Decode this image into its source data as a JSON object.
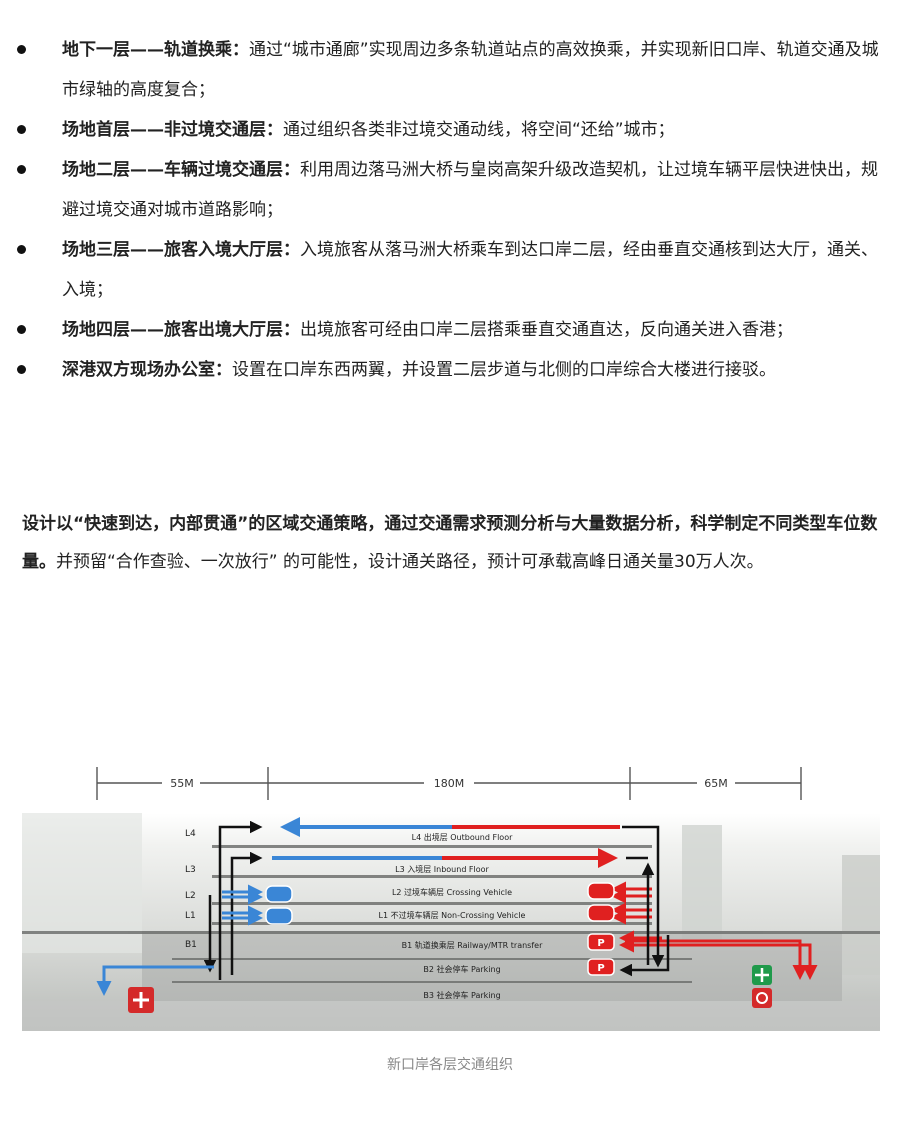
{
  "bullets": [
    {
      "title": "地下一层——轨道换乘：",
      "text": "通过“城市通廊”实现周边多条轨道站点的高效换乘，并实现新旧口岸、轨道交通及城市绿轴的高度复合；"
    },
    {
      "title": "场地首层——非过境交通层：",
      "text": "通过组织各类非过境交通动线，将空间“还给”城市；"
    },
    {
      "title": "场地二层——车辆过境交通层：",
      "text": "利用周边落马洲大桥与皇岗高架升级改造契机，让过境车辆平层快进快出，规避过境交通对城市道路影响；"
    },
    {
      "title": "场地三层——旅客入境大厅层：",
      "text": "入境旅客从落马洲大桥乘车到达口岸二层，经由垂直交通核到达大厅，通关、入境；"
    },
    {
      "title": "场地四层——旅客出境大厅层：",
      "text": "出境旅客可经由口岸二层搭乘垂直交通直达，反向通关进入香港；"
    },
    {
      "title": "深港双方现场办公室：",
      "text": "设置在口岸东西两翼，并设置二层步道与北侧的口岸综合大楼进行接驳。"
    }
  ],
  "paragraph": {
    "bold": "设计以“快速到达，内部贯通”的区域交通策略，通过交通需求预测分析与大量数据分析，科学制定不同类型车位数量。",
    "text": "并预留“合作查验、一次放行” 的可能性，设计通关路径，预计可承载高峰日通关量30万人次。"
  },
  "diagram": {
    "dimensions": [
      "55M",
      "180M",
      "65M"
    ],
    "level_codes": [
      "L4",
      "L3",
      "L2",
      "L1",
      "B1"
    ],
    "bands": [
      "L4 出境层 Outbound Floor",
      "L3 入境层 Inbound Floor",
      "L2 过境车辆层 Crossing Vehicle",
      "L1 不过境车辆层 Non-Crossing Vehicle",
      "B1 轨道换乘层 Railway/MTR transfer",
      "B2 社会停车 Parking",
      "B3 社会停车 Parking"
    ],
    "parking_symbol": "P",
    "colors": {
      "outbound": "#3a86d6",
      "inbound": "#e02020",
      "vertical": "#111111"
    }
  },
  "caption": "新口岸各层交通组织"
}
